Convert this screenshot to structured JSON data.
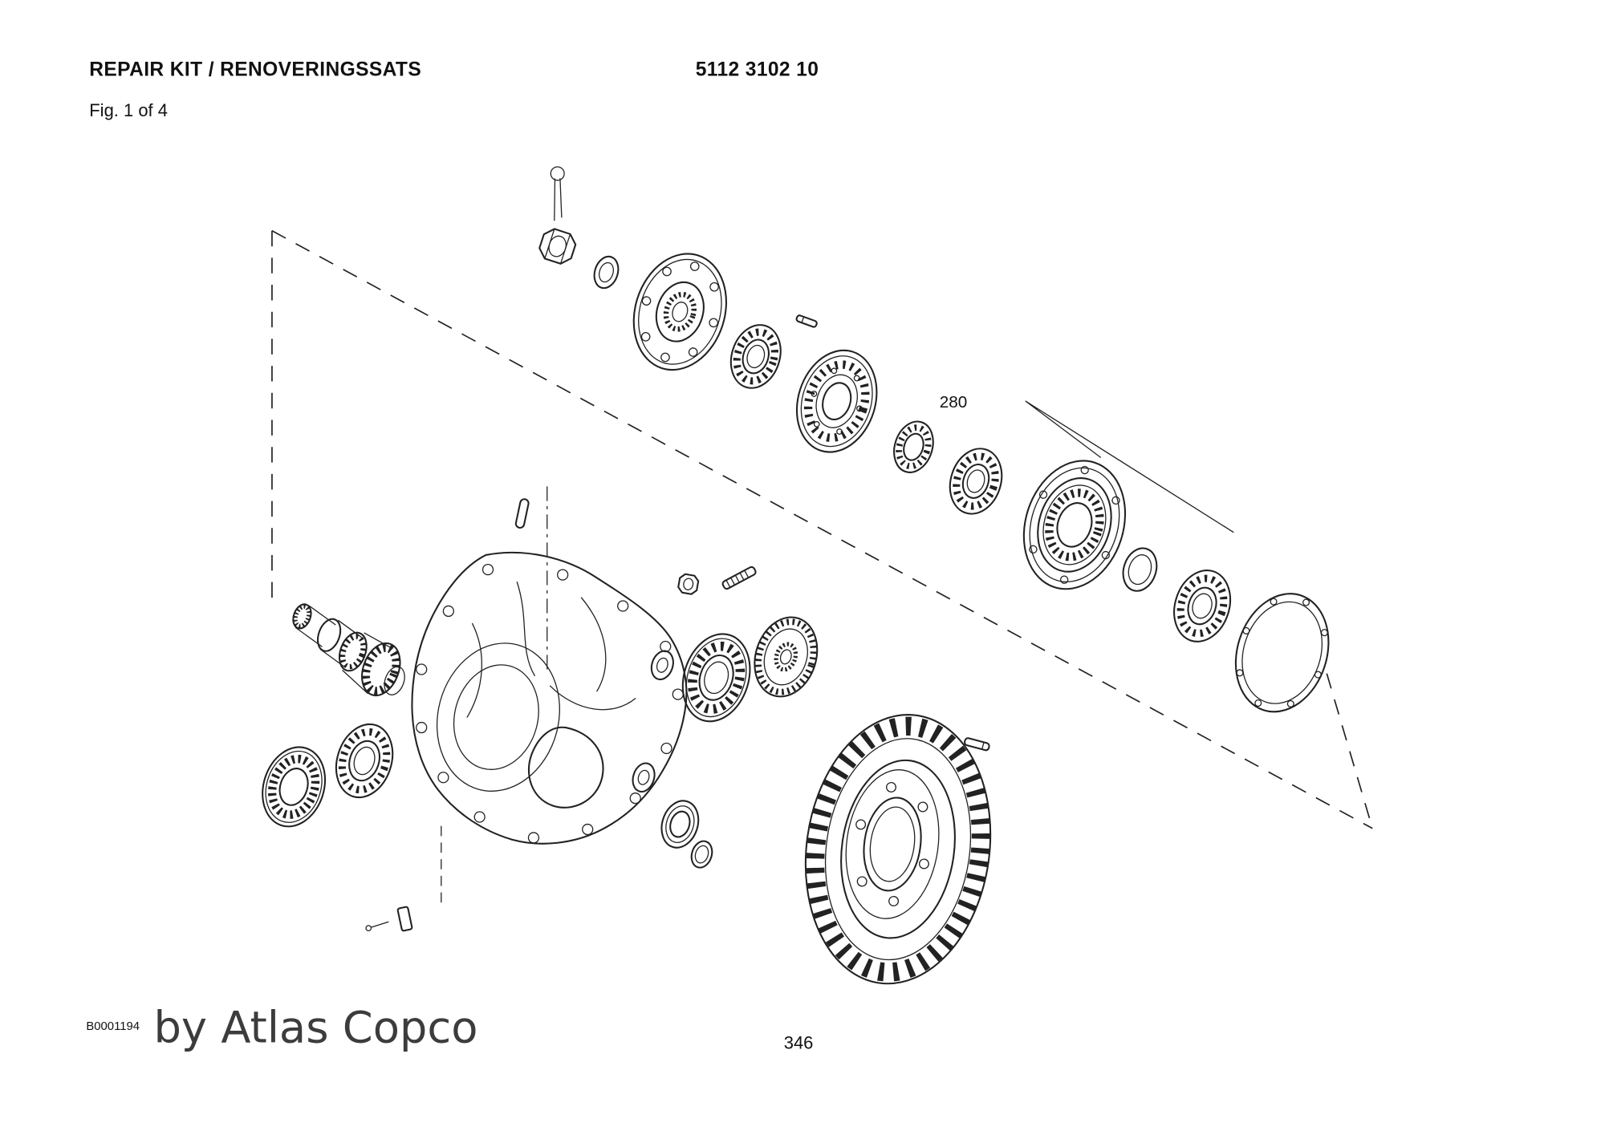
{
  "header": {
    "title": "REPAIR KIT / RENOVERINGSSATS",
    "doc_number": "5112 3102 10",
    "figure_label": "Fig. 1 of 4"
  },
  "diagram": {
    "callout": "280"
  },
  "footer": {
    "drawing_code": "B0001194",
    "brand_text": "by Atlas Copco",
    "page_number": "346"
  },
  "colors": {
    "ink": "#222222",
    "brand_text": "#3c3c3c",
    "background": "#ffffff"
  }
}
